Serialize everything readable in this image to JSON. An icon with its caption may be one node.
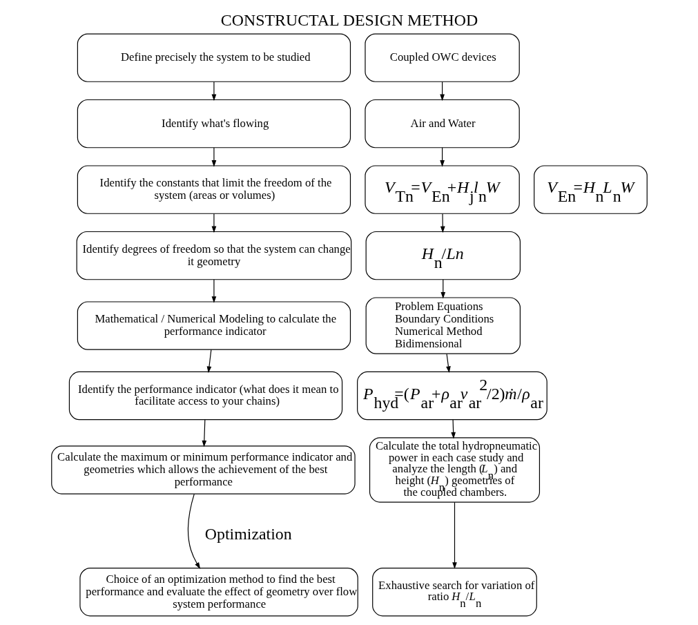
{
  "diagram": {
    "title": "CONSTRUCTAL DESIGN METHOD",
    "nodes": [
      {
        "text": [
          "Define precisely the system to be studied"
        ]
      },
      {
        "text": [
          "Identify what's flowing"
        ]
      },
      {
        "text": [
          "Identify the constants that limit the freedom of the system (areas or volumes)"
        ]
      },
      {
        "text": [
          "Identify degrees of freedom so that the system can change it geometry"
        ]
      },
      {
        "text": [
          "Mathematical / Numerical Modeling to calculate the performance indicator"
        ]
      },
      {
        "text": [
          "Identify the performance indicator (what does it mean to facilitate access to your chains)"
        ]
      },
      {
        "text": [
          "Calculate the maximum or minimum performance indicator and geometries which allows the achievement of the best performance"
        ]
      },
      {
        "text": [
          "Choice of an optimization method to find the best performance and evaluate the effect of geometry over flow system performance"
        ]
      },
      {
        "text": [
          "Coupled OWC devices"
        ]
      },
      {
        "text": [
          "Air and Water"
        ]
      },
      {
        "text": [
          "*V*$_{Tn}$=*V*$_{En}$+*H*$_{j}$*l*$_{n}$*W*"
        ]
      },
      {
        "text": [
          "*V*$_{En}$=*H*$_{n}$*L*$_{n}$*W*"
        ]
      },
      {
        "text": [
          "*H*$_{n}$/*Ln*"
        ]
      },
      {
        "text": [
          "Problem Equations",
          "Boundary Conditions",
          "Numerical Method",
          "Bidimensional"
        ]
      },
      {
        "text": [
          "*P*$_{hyd}$=(*P*$_{ar}$+*ρ*$_{ar}$*ν*$_{ar}$$^{2}$/2)*ṁ*/*ρ*$_{ar}$"
        ]
      },
      {
        "text": [
          "Calculate the total hydropneumatic power in each case study and analyze the length (*L*$_{n}$) and height (*H*$_{n}$) geometries of the coupled chambers."
        ]
      },
      {
        "text": [
          "Exhaustive search for variation of ratio *H*$_{n}$/*L*$_{n}$"
        ]
      }
    ],
    "edges": [
      {
        "from": 0,
        "to": 1,
        "arrow": "to"
      },
      {
        "from": 1,
        "to": 2,
        "arrow": "to"
      },
      {
        "from": 2,
        "to": 3,
        "arrow": "to"
      },
      {
        "from": 3,
        "to": 4,
        "arrow": "to"
      },
      {
        "from": 4,
        "to": 5,
        "arrow": "to"
      },
      {
        "from": 5,
        "to": 6,
        "arrow": "to"
      },
      {
        "from": 6,
        "to": 7,
        "arrow": "to"
      },
      {
        "from": 8,
        "to": 9,
        "arrow": "to"
      },
      {
        "from": 9,
        "to": 10,
        "arrow": "to"
      },
      {
        "from": 10,
        "to": 12,
        "arrow": "to"
      },
      {
        "from": 12,
        "to": 13,
        "arrow": "to"
      },
      {
        "from": 13,
        "to": 14,
        "arrow": "to"
      },
      {
        "from": 14,
        "to": 15,
        "arrow": "to"
      },
      {
        "from": 15,
        "to": 16,
        "arrow": "to"
      }
    ],
    "labels": [
      "Optimization"
    ]
  }
}
